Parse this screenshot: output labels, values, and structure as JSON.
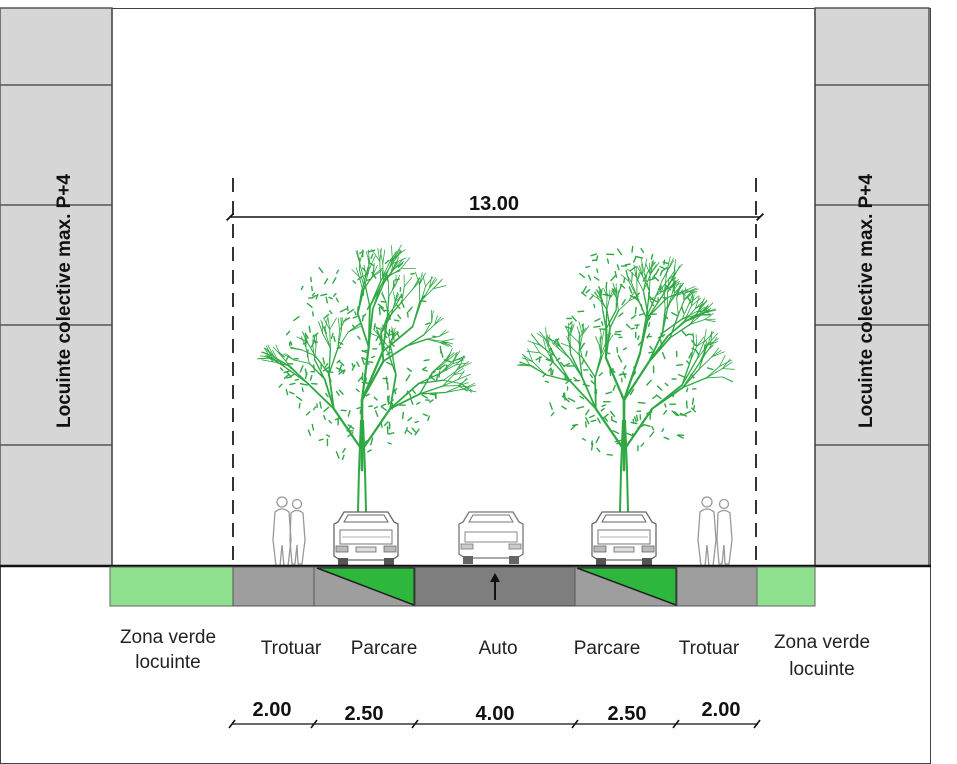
{
  "diagram": {
    "overall_width": "13.00",
    "buildings": {
      "left_label": "Locuinte colective max. P+4",
      "right_label": "Locuinte colective max. P+4"
    },
    "zones": [
      {
        "label_line1": "Zona verde",
        "label_line2": "locuinte",
        "width": ""
      },
      {
        "label_line1": "Trotuar",
        "label_line2": "",
        "width": "2.00"
      },
      {
        "label_line1": "Parcare",
        "label_line2": "",
        "width": "2.50"
      },
      {
        "label_line1": "Auto",
        "label_line2": "",
        "width": "4.00"
      },
      {
        "label_line1": "Parcare",
        "label_line2": "",
        "width": "2.50"
      },
      {
        "label_line1": "Trotuar",
        "label_line2": "",
        "width": "2.00"
      },
      {
        "label_line1": "Zona verde",
        "label_line2": "locuinte",
        "width": ""
      }
    ],
    "colors": {
      "green_zone": "#8fe08f",
      "parking_green": "#2db83d",
      "sidewalk": "#9e9e9e",
      "roadway": "#7e7e7e",
      "building": "#d6d6d6",
      "tree": "#2fa844"
    }
  }
}
